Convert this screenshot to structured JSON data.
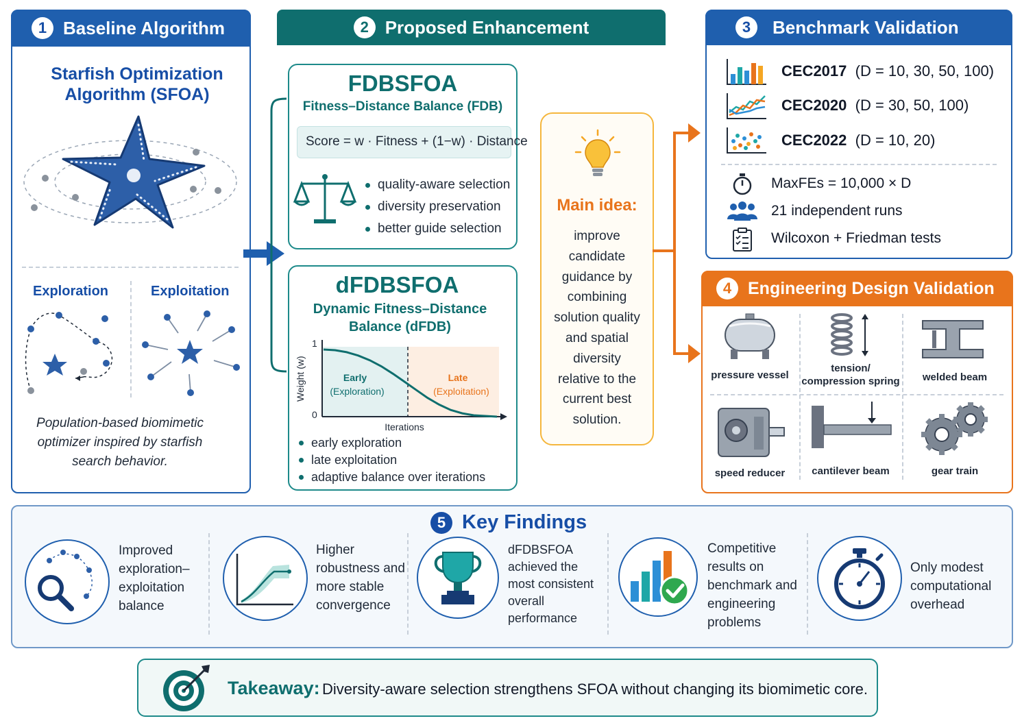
{
  "panel1": {
    "number": "1",
    "title": "Baseline Algorithm",
    "subtitle_line1": "Starfish Optimization",
    "subtitle_line2": "Algorithm (SFOA)",
    "exploration": "Exploration",
    "exploitation": "Exploitation",
    "desc_line1": "Population-based biomimetic",
    "desc_line2": "optimizer inspired by starfish",
    "desc_line3": "search behavior."
  },
  "panel2": {
    "number": "2",
    "title": "Proposed Enhancement",
    "fdb": {
      "name": "FDBSFOA",
      "subtitle": "Fitness–Distance Balance (FDB)",
      "formula": "Score = w · Fitness + (1−w) · Distance",
      "bullets": [
        "quality-aware selection",
        "diversity preservation",
        "better guide selection"
      ]
    },
    "dfdb": {
      "name": "dFDBSFOA",
      "subtitle_line1": "Dynamic Fitness–Distance",
      "subtitle_line2": "Balance (dFDB)",
      "bullets": [
        "early exploration",
        "late exploitation",
        "adaptive balance over iterations"
      ]
    }
  },
  "chart_data": {
    "type": "line",
    "xlabel": "Iterations",
    "ylabel": "Weight (w)",
    "ylim": [
      0,
      1
    ],
    "y_ticks": [
      "1",
      "0"
    ],
    "regions": [
      {
        "label_line1": "Early",
        "label_line2": "(Exploration)"
      },
      {
        "label_line1": "Late",
        "label_line2": "(Exploitation)"
      }
    ],
    "series": [
      {
        "values": [
          1.0,
          0.99,
          0.96,
          0.91,
          0.84,
          0.75,
          0.64,
          0.52,
          0.4,
          0.28,
          0.18,
          0.1,
          0.05,
          0.02,
          0.01,
          0.0
        ]
      }
    ]
  },
  "main_idea": {
    "title": "Main idea:",
    "lines": [
      "improve",
      "candidate",
      "guidance by",
      "combining",
      "solution quality",
      "and spatial",
      "diversity",
      "relative to the",
      "current best",
      "solution."
    ]
  },
  "panel3": {
    "number": "3",
    "title": "Benchmark Validation",
    "benchmarks": [
      {
        "name": "CEC2017",
        "dims": "(D = 10, 30, 50, 100)"
      },
      {
        "name": "CEC2020",
        "dims": "(D = 30, 50, 100)"
      },
      {
        "name": "CEC2022",
        "dims": "(D = 10, 20)"
      }
    ],
    "settings": [
      "MaxFEs = 10,000 × D",
      "21 independent runs",
      "Wilcoxon + Friedman tests"
    ],
    "icons": [
      "bar-chart-icon",
      "line-chart-icon",
      "scatter-icon",
      "stopwatch-icon",
      "people-icon",
      "checklist-icon"
    ]
  },
  "panel4": {
    "number": "4",
    "title": "Engineering Design Validation",
    "problems": [
      {
        "line1": "pressure vessel",
        "line2": ""
      },
      {
        "line1": "tension/",
        "line2": "compression spring"
      },
      {
        "line1": "welded beam",
        "line2": ""
      },
      {
        "line1": "speed reducer",
        "line2": ""
      },
      {
        "line1": "cantilever beam",
        "line2": ""
      },
      {
        "line1": "gear train",
        "line2": ""
      }
    ]
  },
  "panel5": {
    "number": "5",
    "title": "Key Findings",
    "findings": [
      {
        "lines": [
          "Improved",
          "exploration–",
          "exploitation",
          "balance"
        ],
        "icon": "magnifier-icon"
      },
      {
        "lines": [
          "Higher",
          "robustness and",
          "more stable",
          "convergence"
        ],
        "icon": "convergence-chart-icon"
      },
      {
        "lines": [
          "dFDBSFOA",
          "achieved the",
          "most consistent",
          "overall",
          "performance"
        ],
        "icon": "trophy-icon"
      },
      {
        "lines": [
          "Competitive",
          "results on",
          "benchmark and",
          "engineering",
          "problems"
        ],
        "icon": "bar-check-icon"
      },
      {
        "lines": [
          "Only modest",
          "computational",
          "overhead"
        ],
        "icon": "stopwatch-icon"
      }
    ]
  },
  "takeaway": {
    "label": "Takeaway:",
    "text": "Diversity-aware selection strengthens SFOA without changing its biomimetic core."
  },
  "colors": {
    "blue": "#1f5fae",
    "teal": "#0f6e6e",
    "orange": "#e8741c",
    "yellow": "#f5b63c"
  }
}
